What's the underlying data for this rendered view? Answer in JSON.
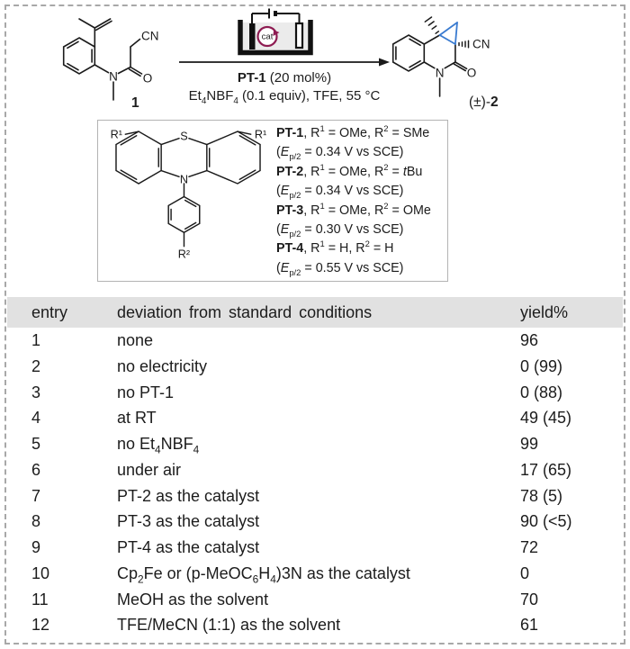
{
  "page": {
    "border_color": "#a8a8a8",
    "background": "#ffffff"
  },
  "scheme": {
    "substrate_label": "**1**",
    "product_label": "(±)-**2**",
    "conditions_line1": "**PT-1** (20 mol%)",
    "conditions_line2": "Et~4~NBF~4~ (0.1 equiv), TFE, 55 °C",
    "cell_icon_label": "cat",
    "substrate_atoms": {
      "cn": "CN",
      "n": "N",
      "o": "O"
    },
    "product_atoms": {
      "cn": "CN",
      "n": "N",
      "o": "O"
    },
    "phenothiazine_atoms": {
      "s": "S",
      "n": "N",
      "r1": "R¹",
      "r2": "R²"
    },
    "colors": {
      "cyclopropane_blue": "#3a7bd0",
      "cat_maroon": "#8e1c52",
      "bond_black": "#1a1a1a"
    }
  },
  "catalyst_box": {
    "lines": [
      "**PT-1**, R^1^ = OMe, R^2^ = SMe",
      "(*E*~p/2~ = 0.34 V vs SCE)",
      "**PT-2**, R^1^ = OMe, R^2^ = *t*Bu",
      "(*E*~p/2~ = 0.34 V vs SCE)",
      "**PT-3**, R^1^ = OMe, R^2^ = OMe",
      "(*E*~p/2~ = 0.30 V vs SCE)",
      "**PT-4**, R^1^ = H, R^2^ = H",
      "(*E*~p/2~ = 0.55 V vs SCE)"
    ]
  },
  "table": {
    "header_bg": "#e1e1e1",
    "headers": {
      "entry": "entry",
      "deviation": "deviation from standard conditions",
      "yield": "yield%"
    },
    "rows": [
      {
        "entry": "1",
        "deviation": "none",
        "yield": "96"
      },
      {
        "entry": "2",
        "deviation": "no electricity",
        "yield": "0 (99)"
      },
      {
        "entry": "3",
        "deviation": "no PT-1",
        "yield": "0 (88)"
      },
      {
        "entry": "4",
        "deviation": "at RT",
        "yield": "49 (45)"
      },
      {
        "entry": "5",
        "deviation": "no Et~4~NBF~4~",
        "yield": "99"
      },
      {
        "entry": "6",
        "deviation": "under air",
        "yield": "17 (65)"
      },
      {
        "entry": "7",
        "deviation": "PT-2 as the catalyst",
        "yield": "78 (5)"
      },
      {
        "entry": "8",
        "deviation": "PT-3 as the catalyst",
        "yield": "90 (<5)"
      },
      {
        "entry": "9",
        "deviation": "PT-4 as the catalyst",
        "yield": "72"
      },
      {
        "entry": "10",
        "deviation": "Cp~2~Fe or (p-MeOC~6~H~4~)3N as the catalyst",
        "yield": "0"
      },
      {
        "entry": "11",
        "deviation": "MeOH as the solvent",
        "yield": "70"
      },
      {
        "entry": "12",
        "deviation": "TFE/MeCN (1:1) as the solvent",
        "yield": "61"
      }
    ]
  }
}
